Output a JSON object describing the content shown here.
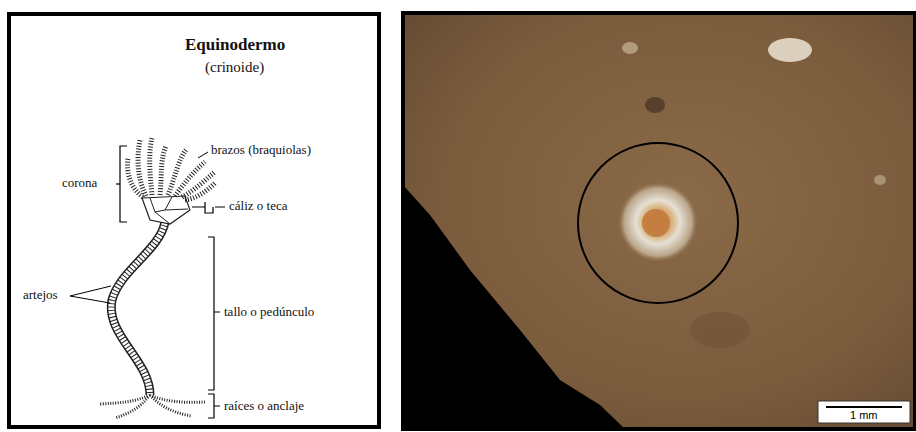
{
  "diagram": {
    "title": "Equinodermo",
    "labels": [
      "(crinoide)",
      "corona",
      "brazos (braquiolas)",
      "cáliz o teca",
      "artejos",
      "tallo o pedúnculo",
      "raíces o anclaje",
      "1 mm"
    ]
  }
}
